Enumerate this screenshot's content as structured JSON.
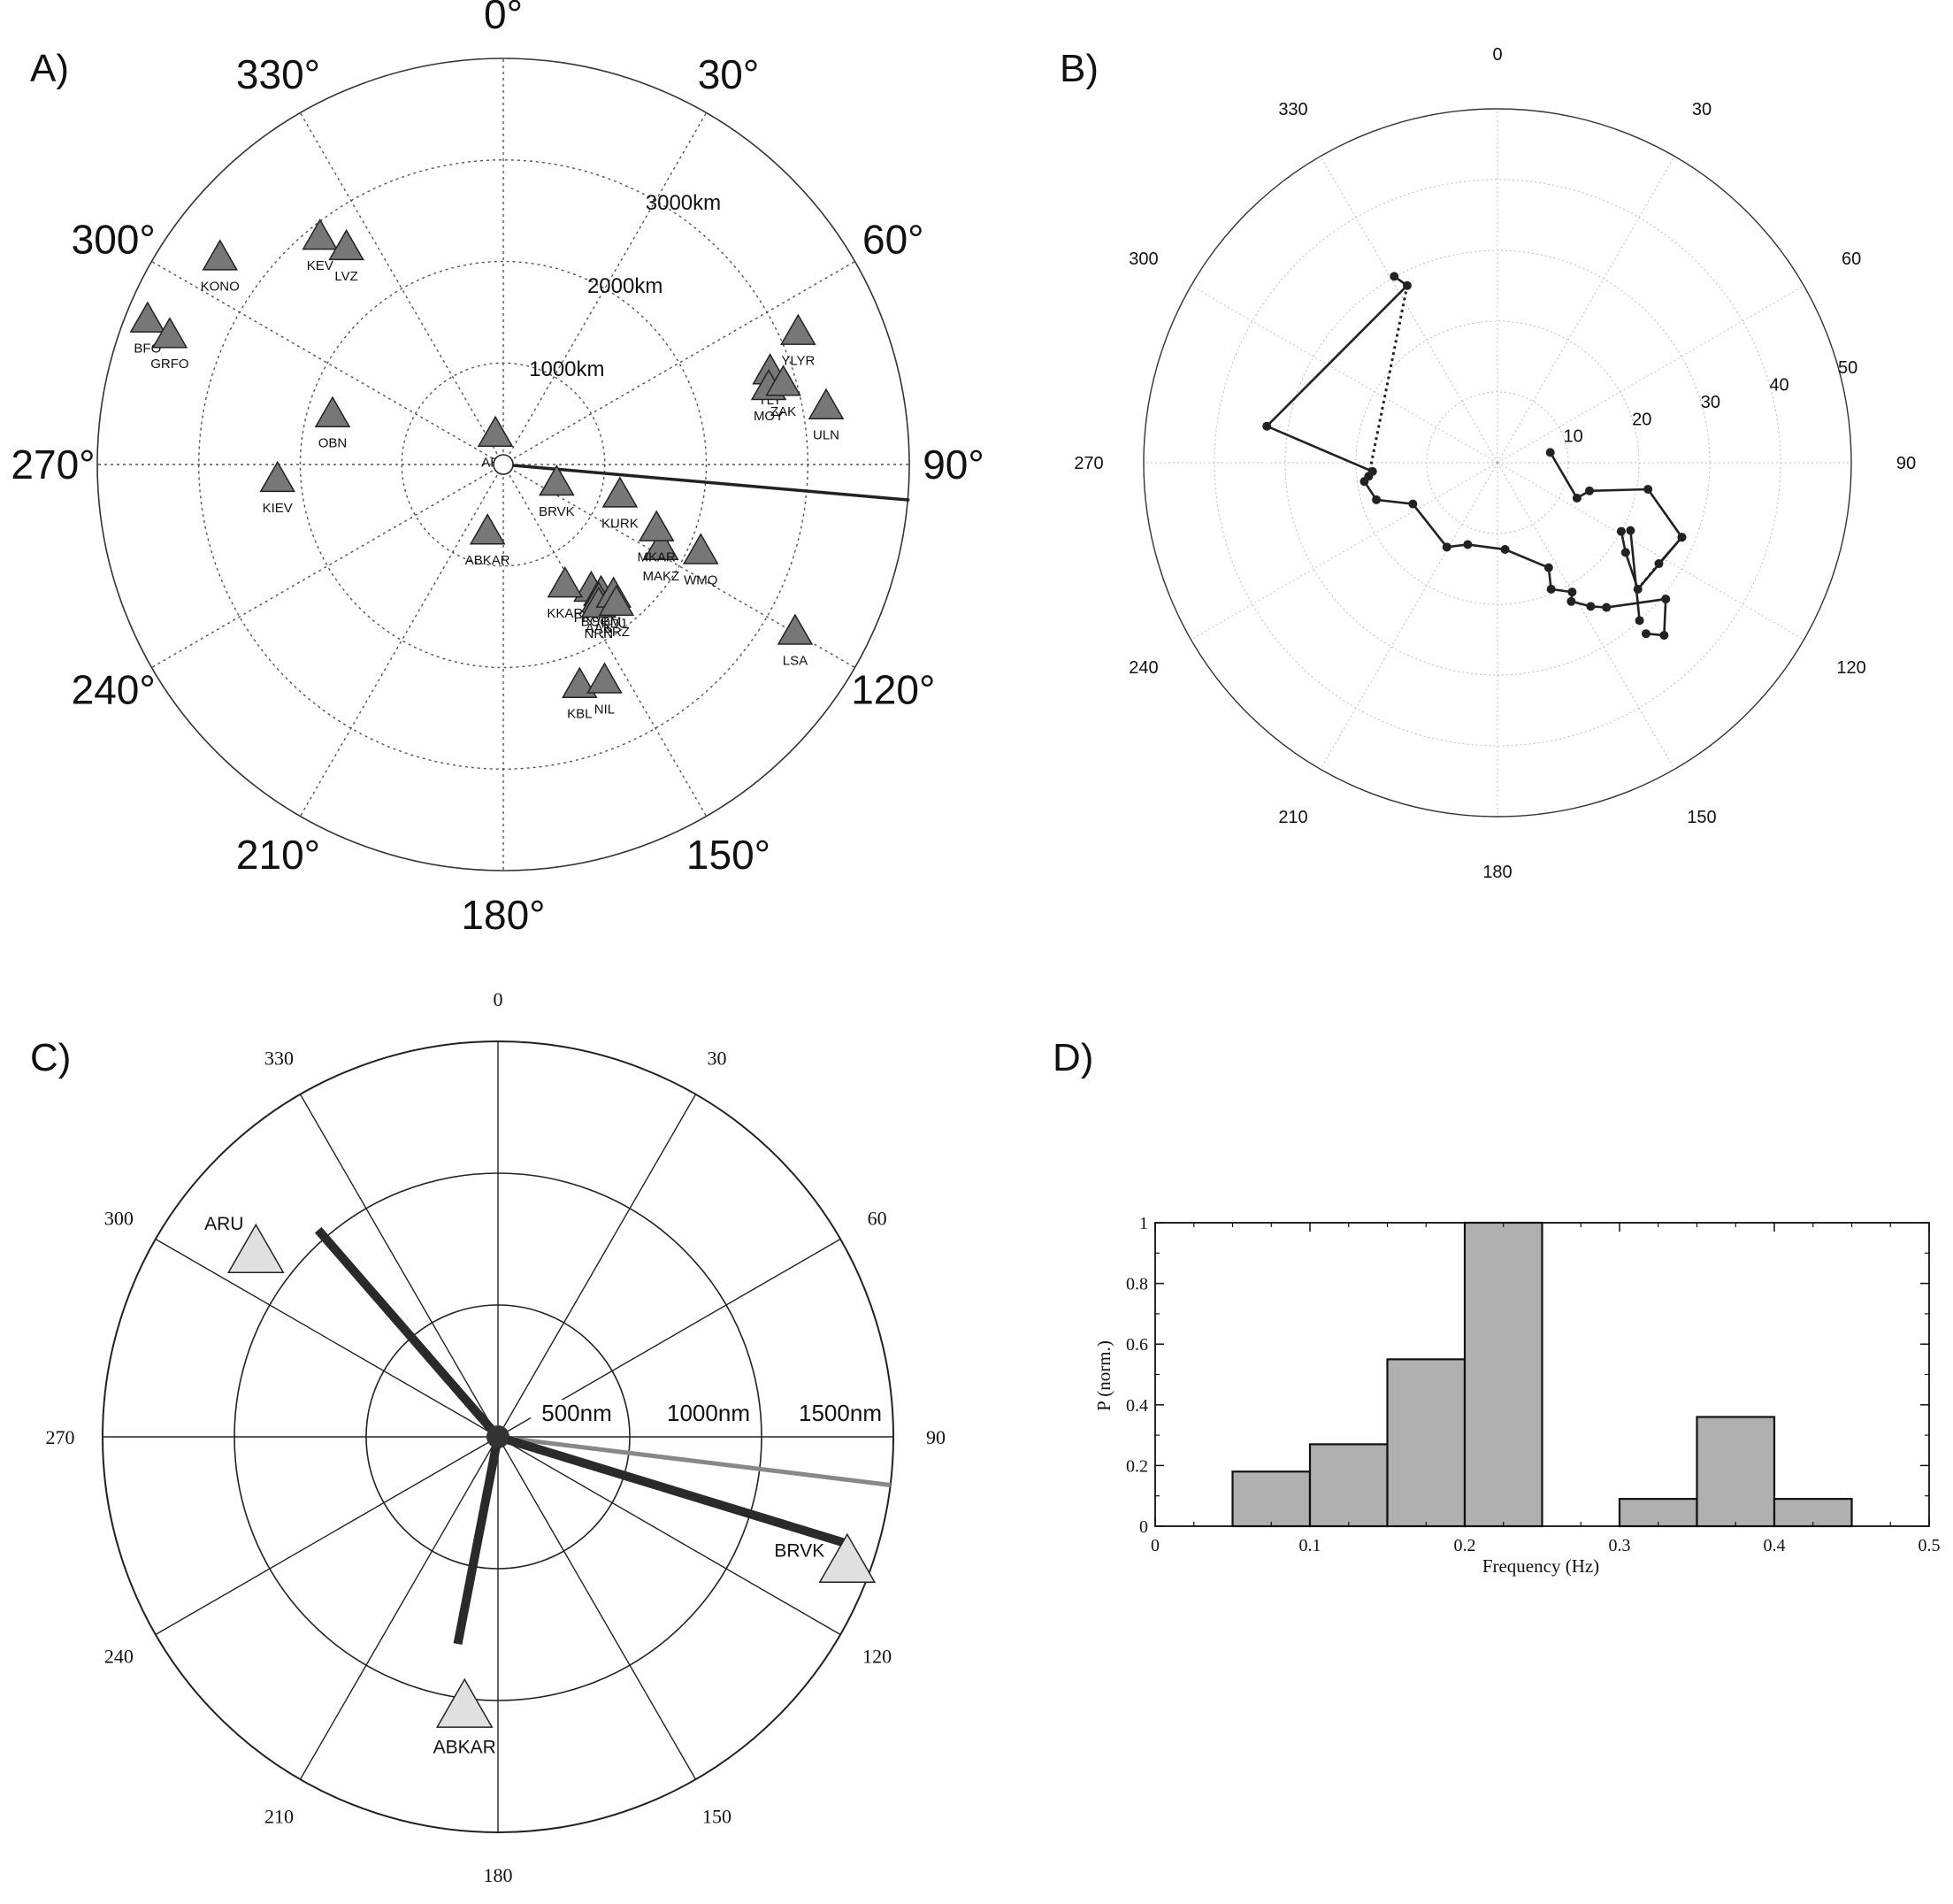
{
  "panels": {
    "a": {
      "label": "A)",
      "angle_labels": [
        "0°",
        "30°",
        "60°",
        "90°",
        "120°",
        "150°",
        "180°",
        "210°",
        "240°",
        "270°",
        "300°",
        "330°"
      ],
      "range_labels": [
        "1000km",
        "2000km",
        "3000km"
      ],
      "max_range_km": 4000,
      "marker_color": "#777777",
      "backazimuth_deg": 95,
      "stations": [
        {
          "name": "KEV",
          "az": 321,
          "dist_km": 2870
        },
        {
          "name": "LVZ",
          "az": 324,
          "dist_km": 2630
        },
        {
          "name": "KONO",
          "az": 306,
          "dist_km": 3450
        },
        {
          "name": "BFO",
          "az": 292,
          "dist_km": 3780
        },
        {
          "name": "GRFO",
          "az": 291,
          "dist_km": 3520
        },
        {
          "name": "OBN",
          "az": 286,
          "dist_km": 1750
        },
        {
          "name": "KIEV",
          "az": 266,
          "dist_km": 2230
        },
        {
          "name": "ARU",
          "az": 345,
          "dist_km": 300
        },
        {
          "name": "BRVK",
          "az": 110,
          "dist_km": 560
        },
        {
          "name": "KURK",
          "az": 105,
          "dist_km": 1190
        },
        {
          "name": "ABKAR",
          "az": 193,
          "dist_km": 690
        },
        {
          "name": "MAKZ",
          "az": 118,
          "dist_km": 1760
        },
        {
          "name": "MKAR",
          "az": 113,
          "dist_km": 1640
        },
        {
          "name": "WMQ",
          "az": 114,
          "dist_km": 2130
        },
        {
          "name": "FRU1",
          "az": 145,
          "dist_km": 1510
        },
        {
          "name": "BOOM",
          "az": 143,
          "dist_km": 1600
        },
        {
          "name": "KKAR",
          "az": 153,
          "dist_km": 1340
        },
        {
          "name": "AAK",
          "az": 145,
          "dist_km": 1640
        },
        {
          "name": "NRN",
          "az": 146,
          "dist_km": 1680
        },
        {
          "name": "KDJ",
          "az": 140,
          "dist_km": 1690
        },
        {
          "name": "PRZ",
          "az": 141,
          "dist_km": 1770
        },
        {
          "name": "KBL",
          "az": 161,
          "dist_km": 2310
        },
        {
          "name": "NIL",
          "az": 155,
          "dist_km": 2360
        },
        {
          "name": "LSA",
          "az": 120,
          "dist_km": 3320
        },
        {
          "name": "YLYR",
          "az": 66,
          "dist_km": 3180
        },
        {
          "name": "TLY",
          "az": 71,
          "dist_km": 2780
        },
        {
          "name": "MOY",
          "az": 74,
          "dist_km": 2720
        },
        {
          "name": "ZAK",
          "az": 74,
          "dist_km": 2870
        },
        {
          "name": "ULN",
          "az": 80,
          "dist_km": 3230
        }
      ]
    },
    "b": {
      "label": "B)",
      "angle_labels": [
        "0",
        "30",
        "60",
        "90",
        "120",
        "150",
        "180",
        "210",
        "240",
        "270",
        "300",
        "330"
      ],
      "radial_labels": [
        "10",
        "20",
        "30",
        "40",
        "50"
      ],
      "radial_max": 50,
      "segments": [
        [
          [
            79,
            7.6
          ],
          [
            114,
            12.3
          ],
          [
            107,
            13.6
          ],
          [
            100,
            21.6
          ],
          [
            112,
            28.1
          ],
          [
            122,
            26.9
          ],
          [
            112,
            28.1
          ],
          [
            132,
            26.7
          ],
          [
            125,
            22.1
          ],
          [
            119,
            20.0
          ]
        ],
        [
          [
            117,
            21.1
          ],
          [
            138,
            30.0
          ]
        ],
        [
          [
            139,
            32.0
          ],
          [
            136,
            33.9
          ],
          [
            129,
            30.6
          ],
          [
            143,
            25.6
          ],
          [
            147,
            24.2
          ],
          [
            152,
            22.2
          ],
          [
            150,
            21.1
          ],
          [
            157,
            19.4
          ],
          [
            154,
            16.5
          ],
          [
            175,
            12.3
          ],
          [
            200,
            12.3
          ],
          [
            211,
            13.9
          ],
          [
            244,
            13.3
          ],
          [
            253,
            17.9
          ],
          [
            262,
            19.0
          ],
          [
            264,
            18.3
          ]
        ],
        [
          [
            266,
            17.7
          ],
          [
            279,
            33.0
          ],
          [
            333,
            28.1
          ],
          [
            331,
            30.1
          ]
        ]
      ],
      "dashed_segments": [
        [
          [
            122,
            26.9
          ],
          [
            132,
            26.7
          ]
        ],
        [
          [
            264,
            18.3
          ],
          [
            333,
            28.1
          ]
        ]
      ]
    },
    "c": {
      "label": "C)",
      "angle_labels": [
        "0",
        "30",
        "60",
        "90",
        "120",
        "150",
        "180",
        "210",
        "240",
        "270",
        "300",
        "330"
      ],
      "range_labels": [
        "500nm",
        "1000nm",
        "1500nm"
      ],
      "max_range": 1500,
      "stations": [
        {
          "name": "ARU",
          "az": 307,
          "dist": 1150
        },
        {
          "name": "ABKAR",
          "az": 187,
          "dist": 1040
        },
        {
          "name": "BRVK",
          "az": 110,
          "dist": 1410
        }
      ],
      "beams": [
        {
          "az": 319,
          "dist": 1040
        },
        {
          "az": 191,
          "dist": 800
        },
        {
          "az": 107,
          "dist": 1390
        }
      ],
      "backazimuth": {
        "az": 97,
        "dist": 1500
      }
    },
    "d": {
      "label": "D)",
      "chart_data": {
        "type": "bar",
        "bins": [
          [
            0.05,
            0.1
          ],
          [
            0.1,
            0.15
          ],
          [
            0.15,
            0.2
          ],
          [
            0.2,
            0.25
          ],
          [
            0.3,
            0.35
          ],
          [
            0.35,
            0.4
          ],
          [
            0.4,
            0.45
          ]
        ],
        "values": [
          0.18,
          0.27,
          0.55,
          1.0,
          0.09,
          0.36,
          0.09
        ],
        "xlabel": "Frequency (Hz)",
        "ylabel": "P (norm.)",
        "xlim": [
          0,
          0.5
        ],
        "ylim": [
          0,
          1
        ],
        "xticks": [
          "0",
          "0.1",
          "0.2",
          "0.3",
          "0.4",
          "0.5"
        ],
        "yticks": [
          "0",
          "0.2",
          "0.4",
          "0.6",
          "0.8",
          "1"
        ],
        "bar_color": "#b0b0b0"
      }
    }
  }
}
